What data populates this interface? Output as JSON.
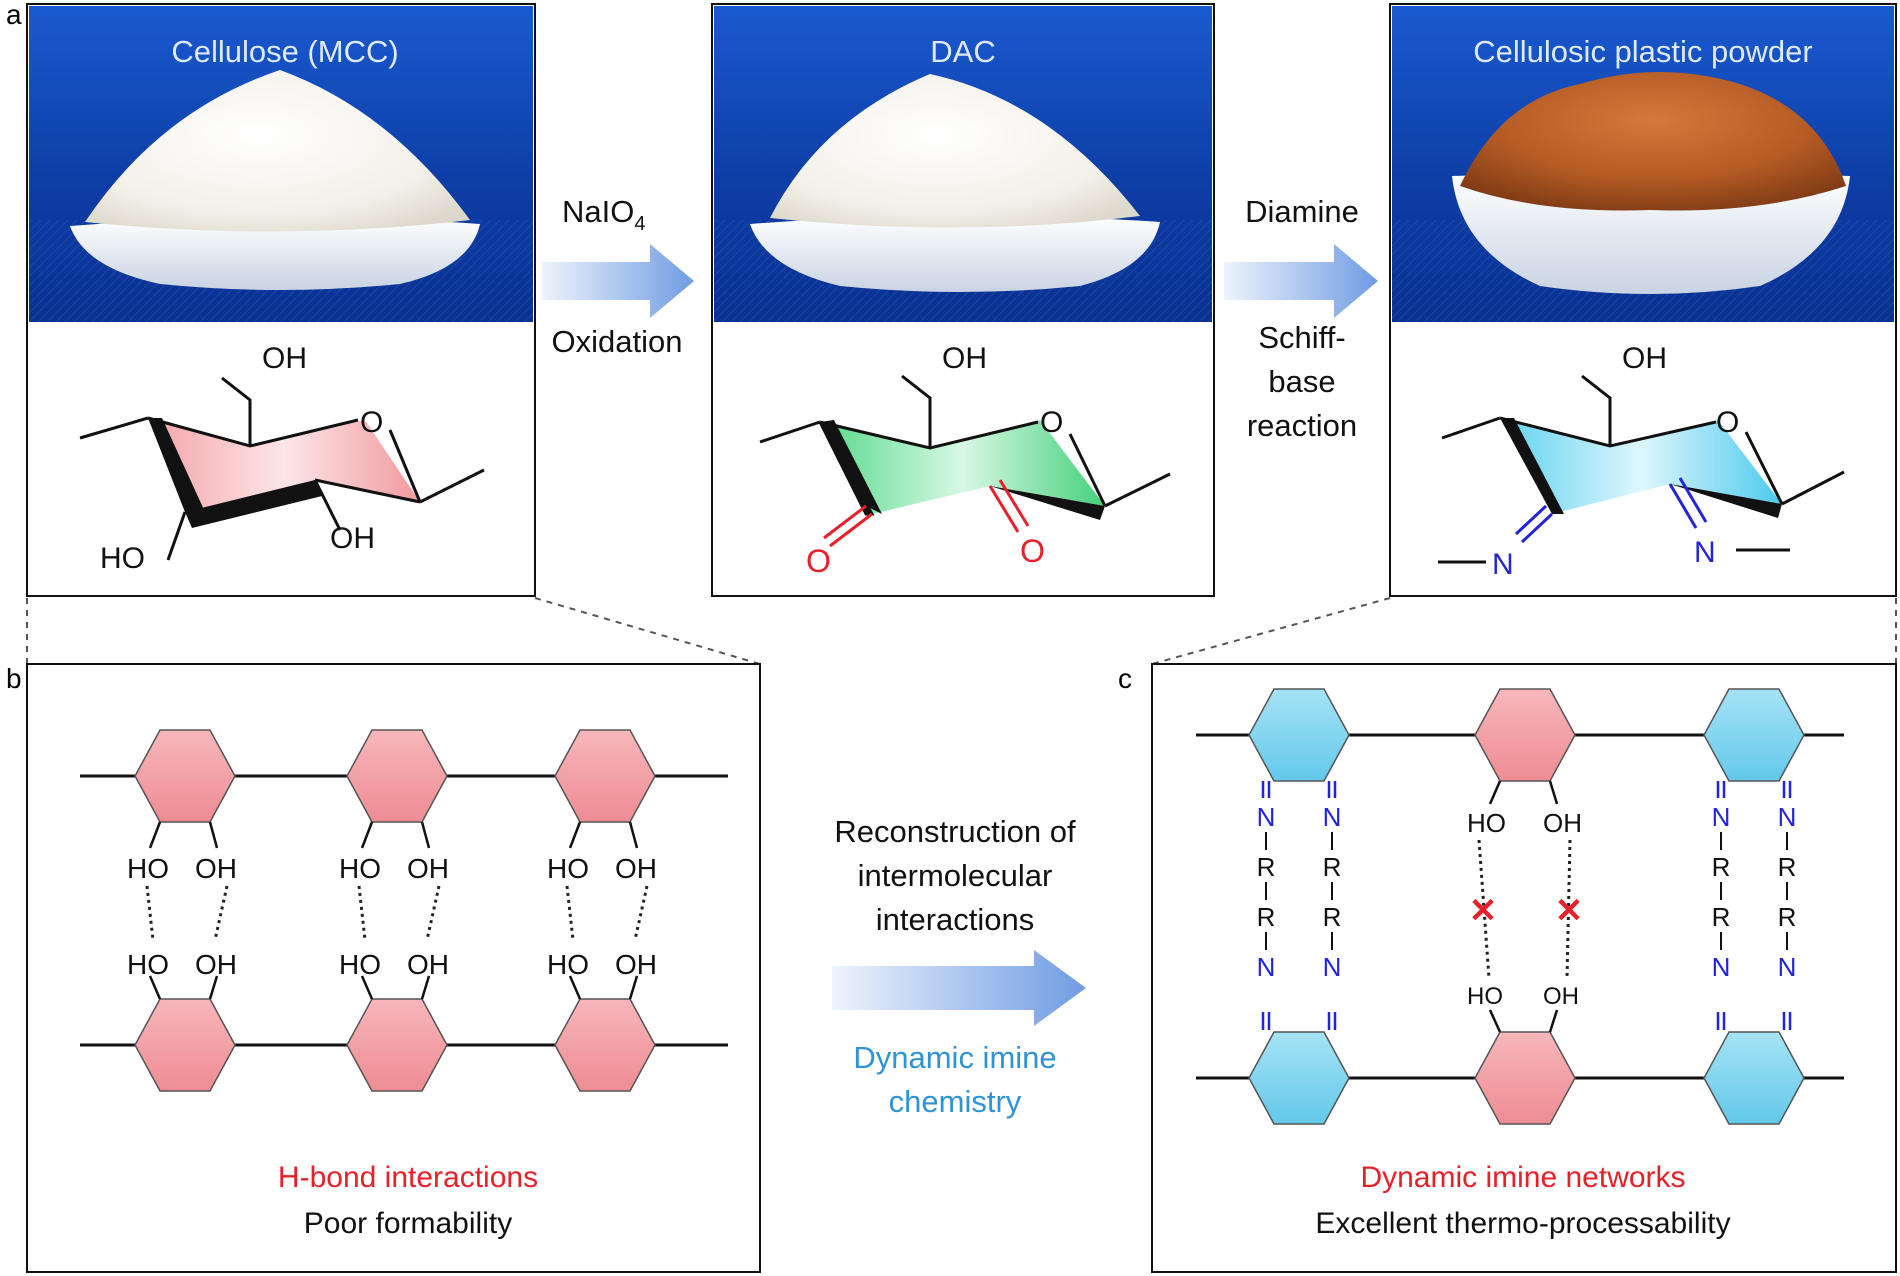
{
  "panel_labels": {
    "a": "a",
    "b": "b",
    "c": "c"
  },
  "panel_a": {
    "photo_titles": [
      "Cellulose (MCC)",
      "DAC",
      "Cellulosic plastic powder"
    ],
    "arrow1": {
      "top": "NaIO",
      "top_sub": "4",
      "bottom": "Oxidation"
    },
    "arrow2": {
      "top": "Diamine",
      "bottom_lines": [
        "Schiff-",
        "base",
        "reaction"
      ]
    },
    "structure1": {
      "oh_top": "OH",
      "o_ring": "O",
      "ho_left": "HO",
      "oh_right": "OH"
    },
    "structure2": {
      "oh_top": "OH",
      "o_ring": "O",
      "carbonyl_left": "O",
      "carbonyl_right": "O"
    },
    "structure3": {
      "oh_top": "OH",
      "o_ring": "O",
      "n_left": "N",
      "n_right": "N"
    }
  },
  "panel_b": {
    "ho": "HO",
    "oh": "OH",
    "caption_red": "H-bond interactions",
    "caption_black": "Poor formability"
  },
  "middle": {
    "lines": [
      "Reconstruction of",
      "intermolecular",
      "interactions"
    ],
    "blue_lines": [
      "Dynamic imine",
      "chemistry"
    ]
  },
  "panel_c": {
    "n": "N",
    "r": "R",
    "ho": "HO",
    "oh": "OH",
    "cross": "✕",
    "caption_red": "Dynamic imine networks",
    "caption_black": "Excellent thermo-processability"
  },
  "colors": {
    "red_text": "#e8202a",
    "blue_text": "#2f93d6",
    "imine_blue": "#2323d8",
    "pink_fill": "#f2a3a8",
    "cyan_fill": "#8ed8ef",
    "green_fill": "#6fe09a",
    "photo_blue": "#0f3f9e",
    "arrow_blue": "#7fa6e6"
  },
  "icons": [
    "mcc-powder-photo",
    "dac-powder-photo",
    "plastic-powder-photo"
  ]
}
